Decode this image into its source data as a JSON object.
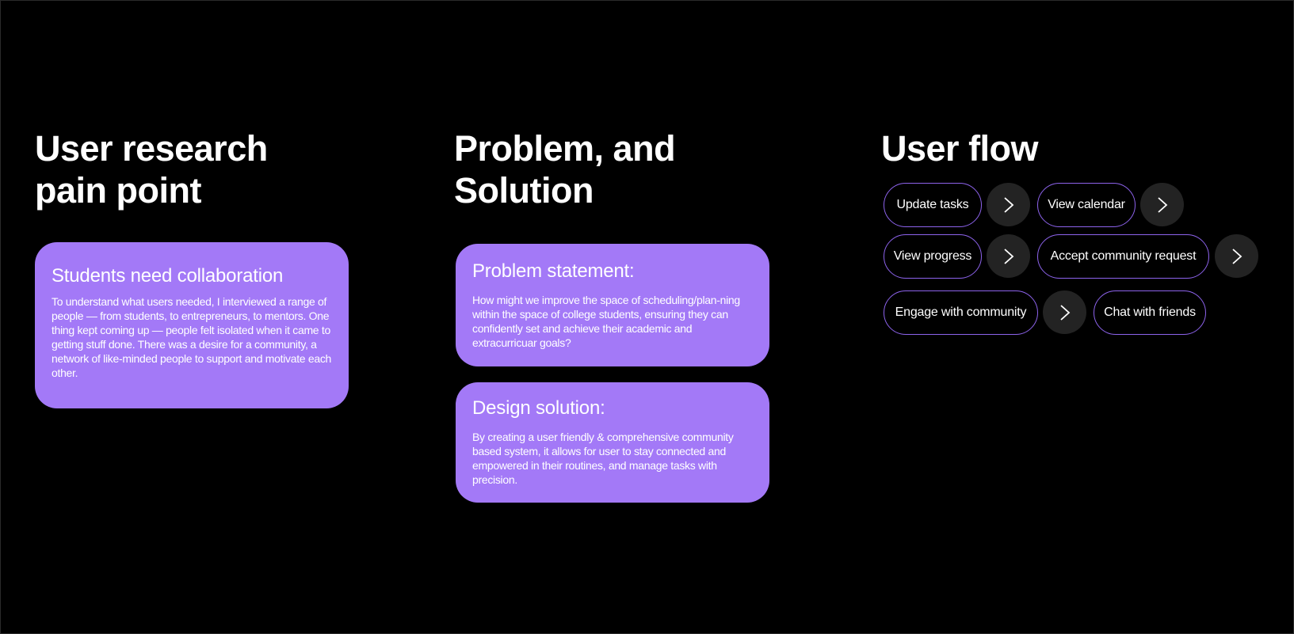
{
  "research": {
    "heading": "User research\npain point",
    "card": {
      "title": "Students need collaboration",
      "body": "To understand what users needed, I interviewed a range of people — from students, to entrepreneurs, to mentors. One thing kept coming up — people felt isolated when it came to getting stuff done. There was a desire for a community, a network of like-minded people to support and motivate each other."
    }
  },
  "problem": {
    "heading": "Problem, and\nSolution",
    "statement": {
      "title": "Problem statement:",
      "body": "How might we improve the space of scheduling/plan-ning within the space of college students, ensuring they can confidently set and achieve their academic and extracurricuar goals?"
    },
    "solution": {
      "title": "Design solution:",
      "body": "By creating a user friendly & comprehensive community based system, it allows for user to stay connected and empowered in their routines, and manage tasks with precision."
    }
  },
  "flow": {
    "heading": "User flow",
    "steps": [
      "Update tasks",
      "View calendar",
      "View progress",
      "Accept community request",
      "Engage with community",
      "Chat with friends"
    ],
    "arrow_icon": "chevron-right-icon"
  },
  "colors": {
    "background": "#000000",
    "card": "#a379f7",
    "pill_border": "#8d63ec",
    "arrow_bg": "#232323",
    "text": "#ffffff"
  }
}
